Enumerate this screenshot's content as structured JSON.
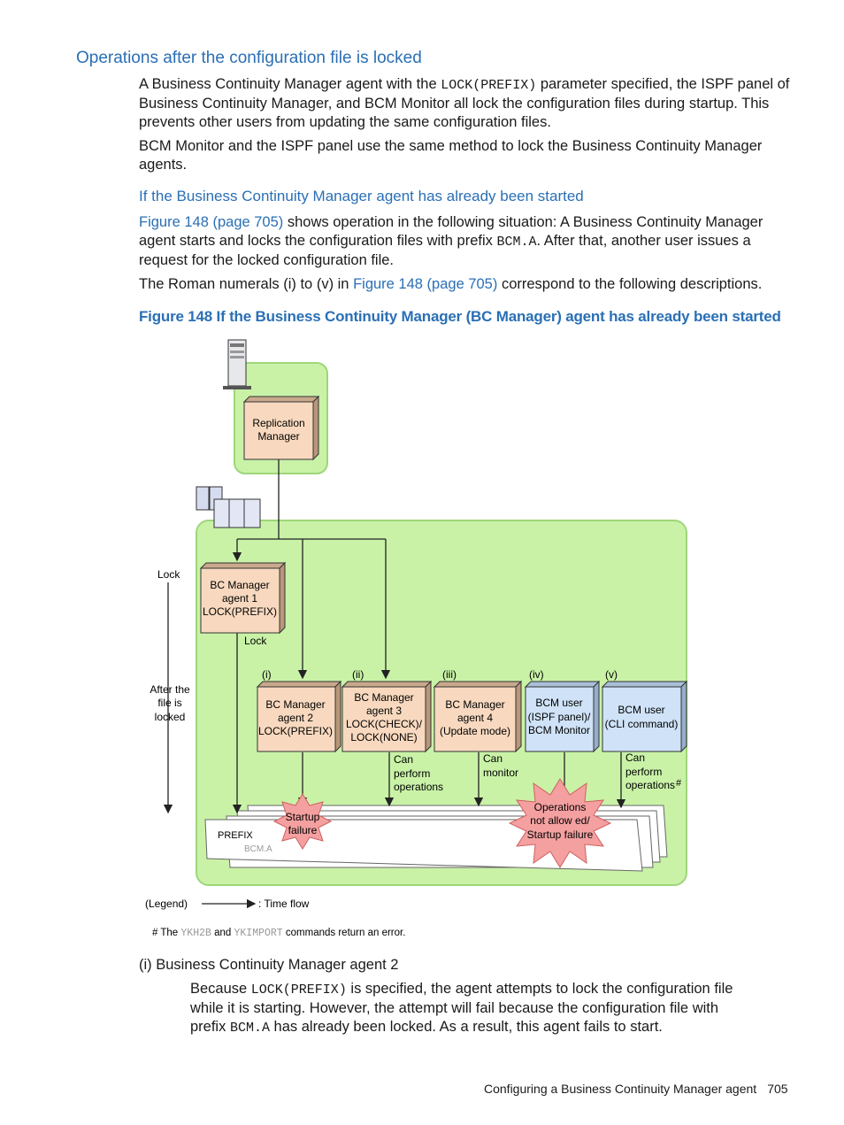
{
  "section_title": "Operations after the configuration file is locked",
  "para1": {
    "a": "A Business Continuity Manager agent with the ",
    "code": "LOCK(PREFIX)",
    "b": " parameter specified, the ISPF panel of Business Continuity Manager, and BCM Monitor all lock the configuration files during startup. This prevents other users from updating the same configuration files."
  },
  "para2": "BCM Monitor and the ISPF panel use the same method to lock the Business Continuity Manager agents.",
  "subsection_title": "If the Business Continuity Manager agent has already been started",
  "para3": {
    "link": "Figure 148 (page 705)",
    "a": " shows operation in the following situation: A Business Continuity Manager agent starts and locks the configuration files with prefix ",
    "code": "BCM.A",
    "b": ". After that, another user issues a request for the locked configuration file."
  },
  "para4": {
    "a": "The Roman numerals (i) to (v) in ",
    "link": "Figure 148 (page 705)",
    "b": " correspond to the following descriptions."
  },
  "figure_caption": "Figure 148 If the Business Continuity Manager (BC Manager) agent has already been started",
  "diagram": {
    "replication": [
      "Replication",
      "Manager"
    ],
    "agent1": [
      "BC  Manager",
      "agent 1",
      "LOCK(PREFIX)"
    ],
    "lock_left": "Lock",
    "lock_under": "Lock",
    "after_locked": [
      "After  the",
      "file is",
      "locked"
    ],
    "numerals": [
      "(i)",
      "(ii)",
      "(iii)",
      "(iv)",
      "(v)"
    ],
    "box_i": [
      "BC  Manager",
      "agent 2",
      "LOCK(PREFIX)"
    ],
    "box_ii": [
      "BC  Manager",
      "agent 3",
      "LOCK(CHECK)/",
      "LOCK(NONE)"
    ],
    "box_iii": [
      "BC  Manager",
      "agent 4",
      "(Update  mode)"
    ],
    "box_iv": [
      "BCM  user",
      "(ISPF  panel)/",
      "BCM  Monitor"
    ],
    "box_v": [
      "BCM user",
      "(CLI  command)"
    ],
    "note_ii": [
      "Can",
      "perform",
      "operations"
    ],
    "note_iii": [
      "Can",
      "monitor"
    ],
    "note_v": [
      "Can",
      "perform",
      "operations"
    ],
    "note_v_mark": "#",
    "startup_failure": [
      "Startup",
      "failure"
    ],
    "ops_not_allowed": [
      "Operations",
      "not  allow ed/",
      "Startup  failure"
    ],
    "prefix_label": "PREFIX",
    "prefix_code": "BCM.A",
    "legend_label": "(Legend)",
    "legend_text": ": Time flow",
    "footnote": {
      "a": "# The ",
      "c1": "YKH2B",
      "b": " and ",
      "c2": "YKIMPORT",
      "c": " commands return an error."
    },
    "colors": {
      "green_zone": "#c9f2a7",
      "green_border": "#9ed67a",
      "box_orange": "#f8d9bf",
      "box_blue": "#cfe2f7",
      "star": "#f4a0a0"
    }
  },
  "def_term": "(i) Business Continuity Manager agent 2",
  "def_body": {
    "a": "Because ",
    "code1": "LOCK(PREFIX)",
    "b": " is specified, the agent attempts to lock the configuration file while it is starting. However, the attempt will fail because the configuration file with prefix ",
    "code2": "BCM.A",
    "c": " has already been locked. As a result, this agent fails to start."
  },
  "footer": {
    "title": "Configuring a Business Continuity Manager agent",
    "page": "705"
  }
}
